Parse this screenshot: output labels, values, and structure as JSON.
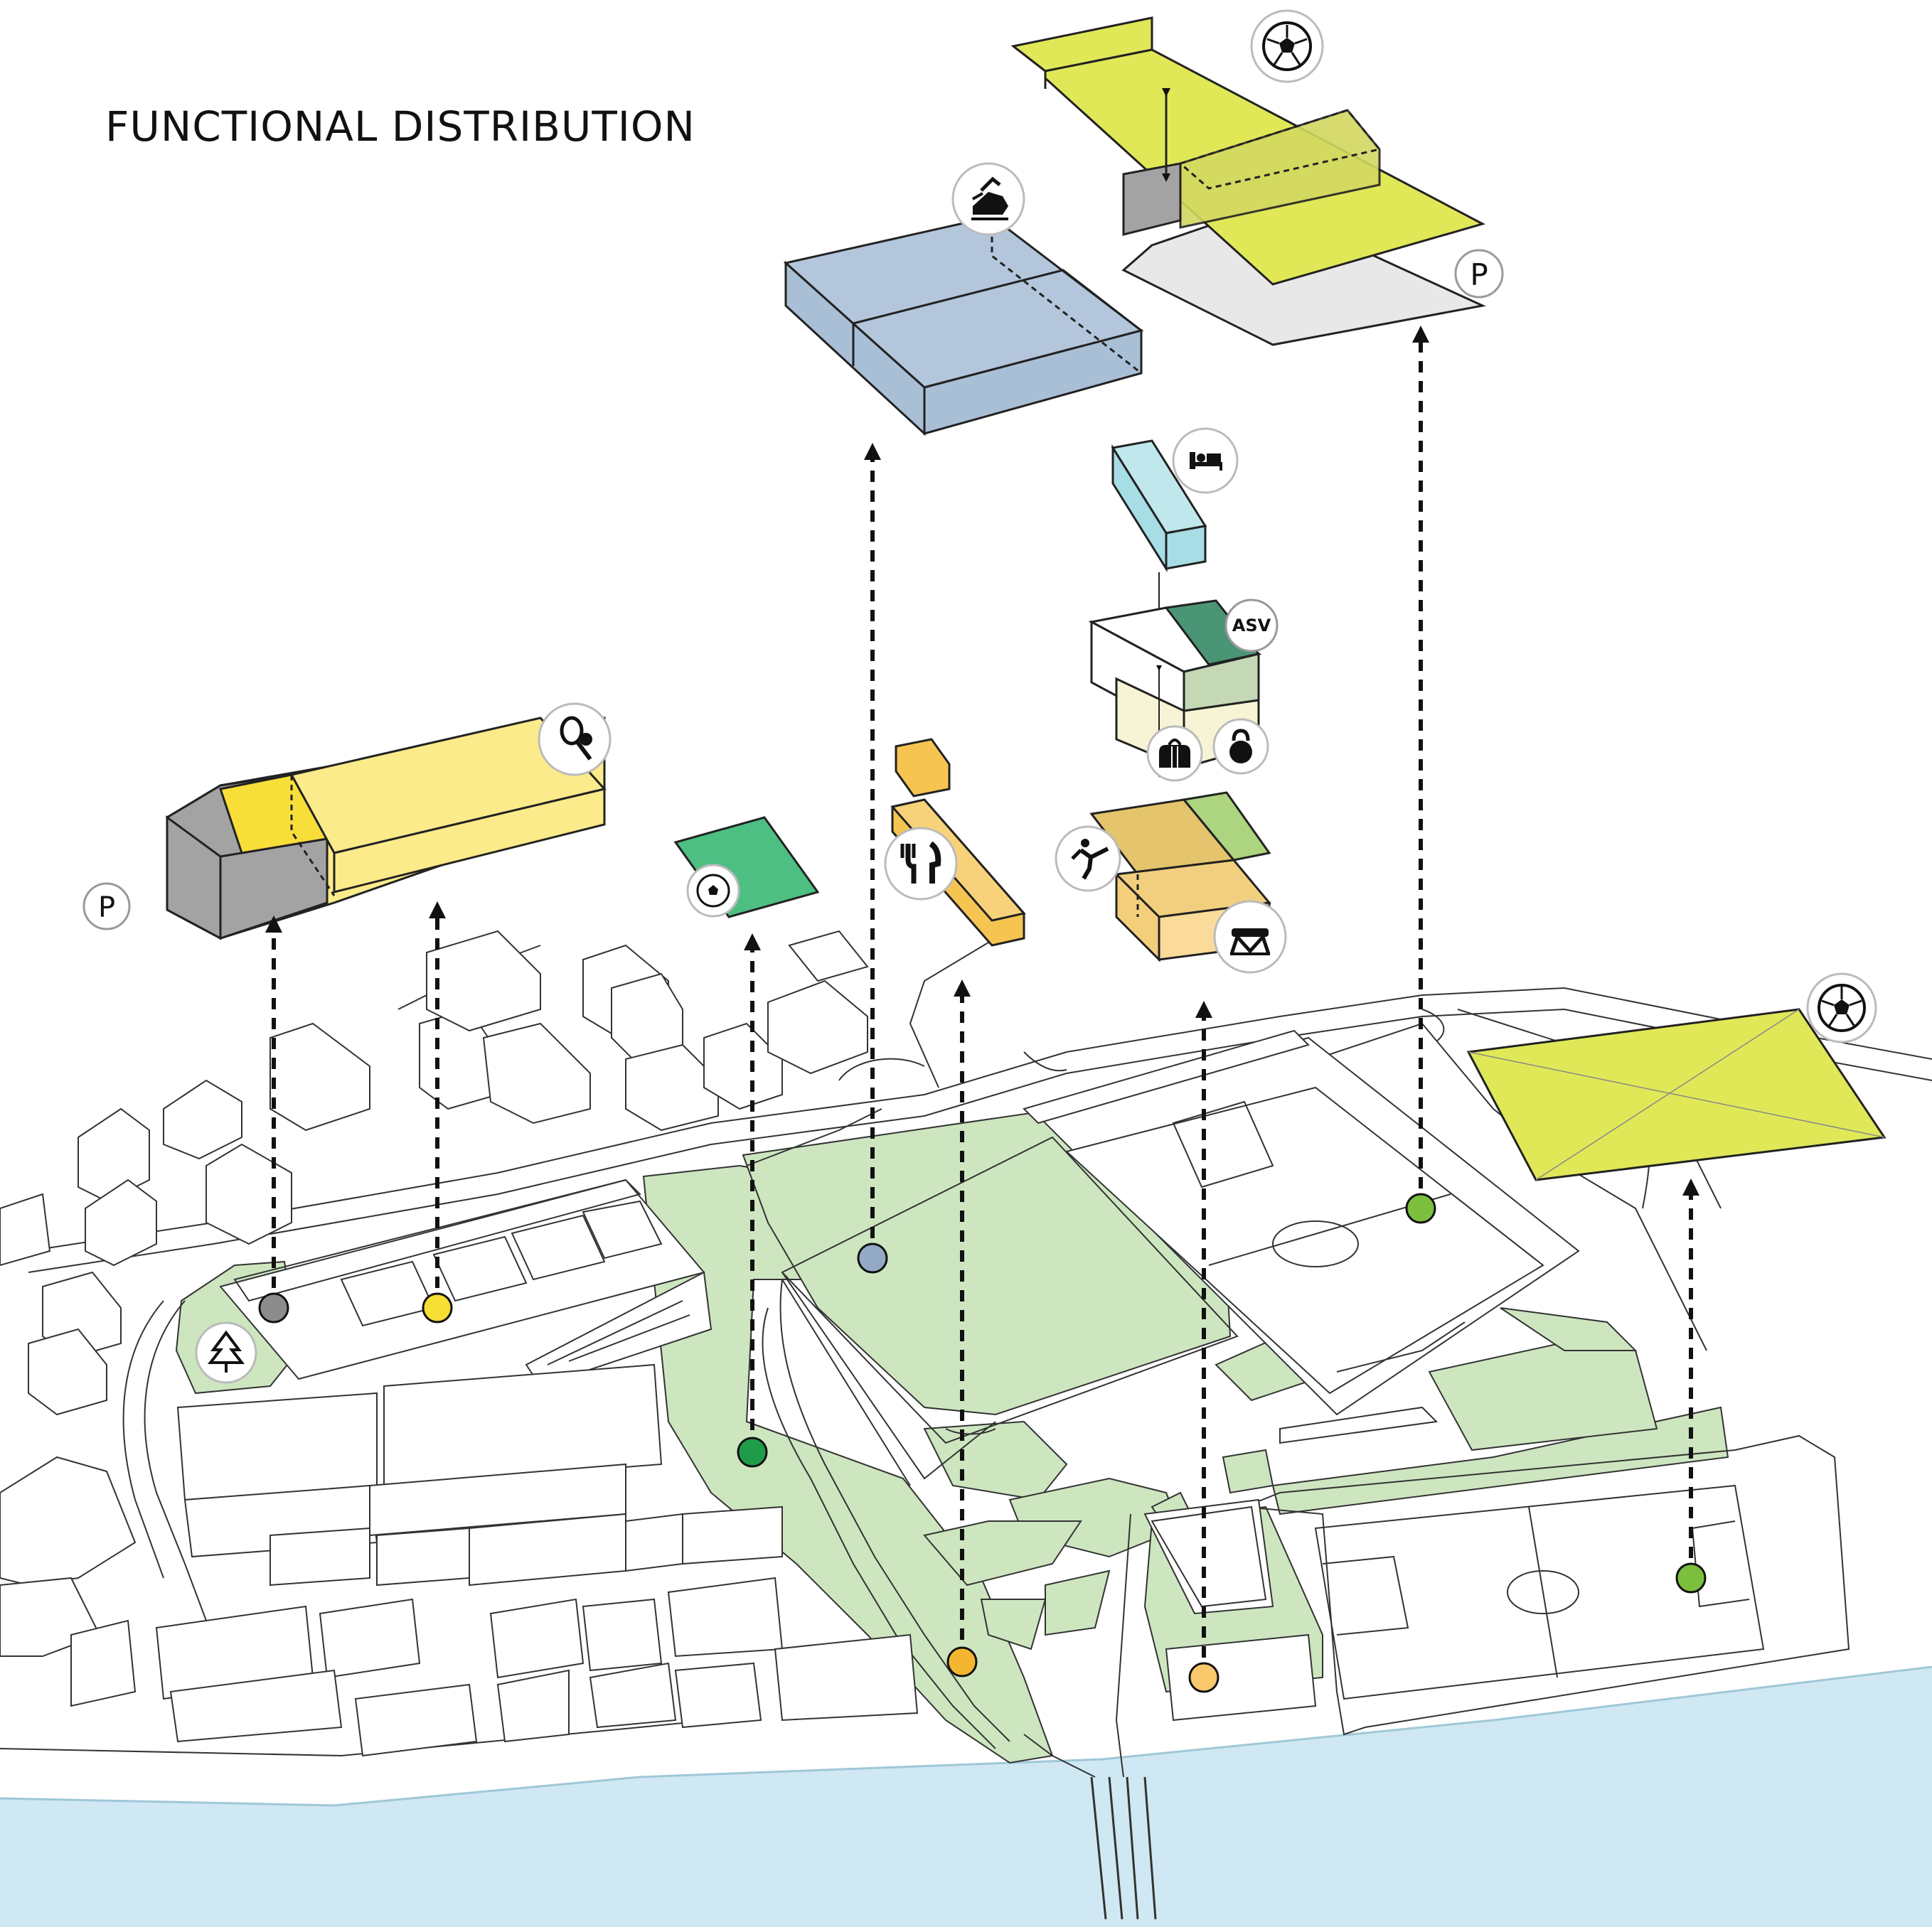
{
  "title": "FUNCTIONAL DISTRIBUTION",
  "labels": {
    "parking": "P",
    "asv": "ASV"
  },
  "icons": [
    "tennis-icon",
    "football-icon",
    "restaurant-icon",
    "bouldering-icon",
    "bed-icon",
    "gym-bag-icon",
    "kettlebell-icon",
    "martial-arts-icon",
    "gymnastics-vault-icon",
    "tree-icon",
    "parking-icon"
  ],
  "colors": {
    "water": "#cfe8f3",
    "park_green": "#cde6c0",
    "tennis_yellow": "#fbeb8a",
    "sports_yellow": "#e0e858",
    "pool_blue": "#a9bfd6",
    "hotel_cyan": "#a7dde4",
    "restaurant_orange": "#f6c451",
    "asv_green": "#4a9575",
    "soccer_green": "#4dbf82",
    "gray_box": "#a3a3a3",
    "marker_gray": "#8c8c8c",
    "marker_yellow": "#f6de33",
    "marker_blue": "#93a9c4",
    "marker_green": "#1e9c4a",
    "marker_orange": "#f5b62f",
    "marker_lime": "#7cbf3c"
  }
}
